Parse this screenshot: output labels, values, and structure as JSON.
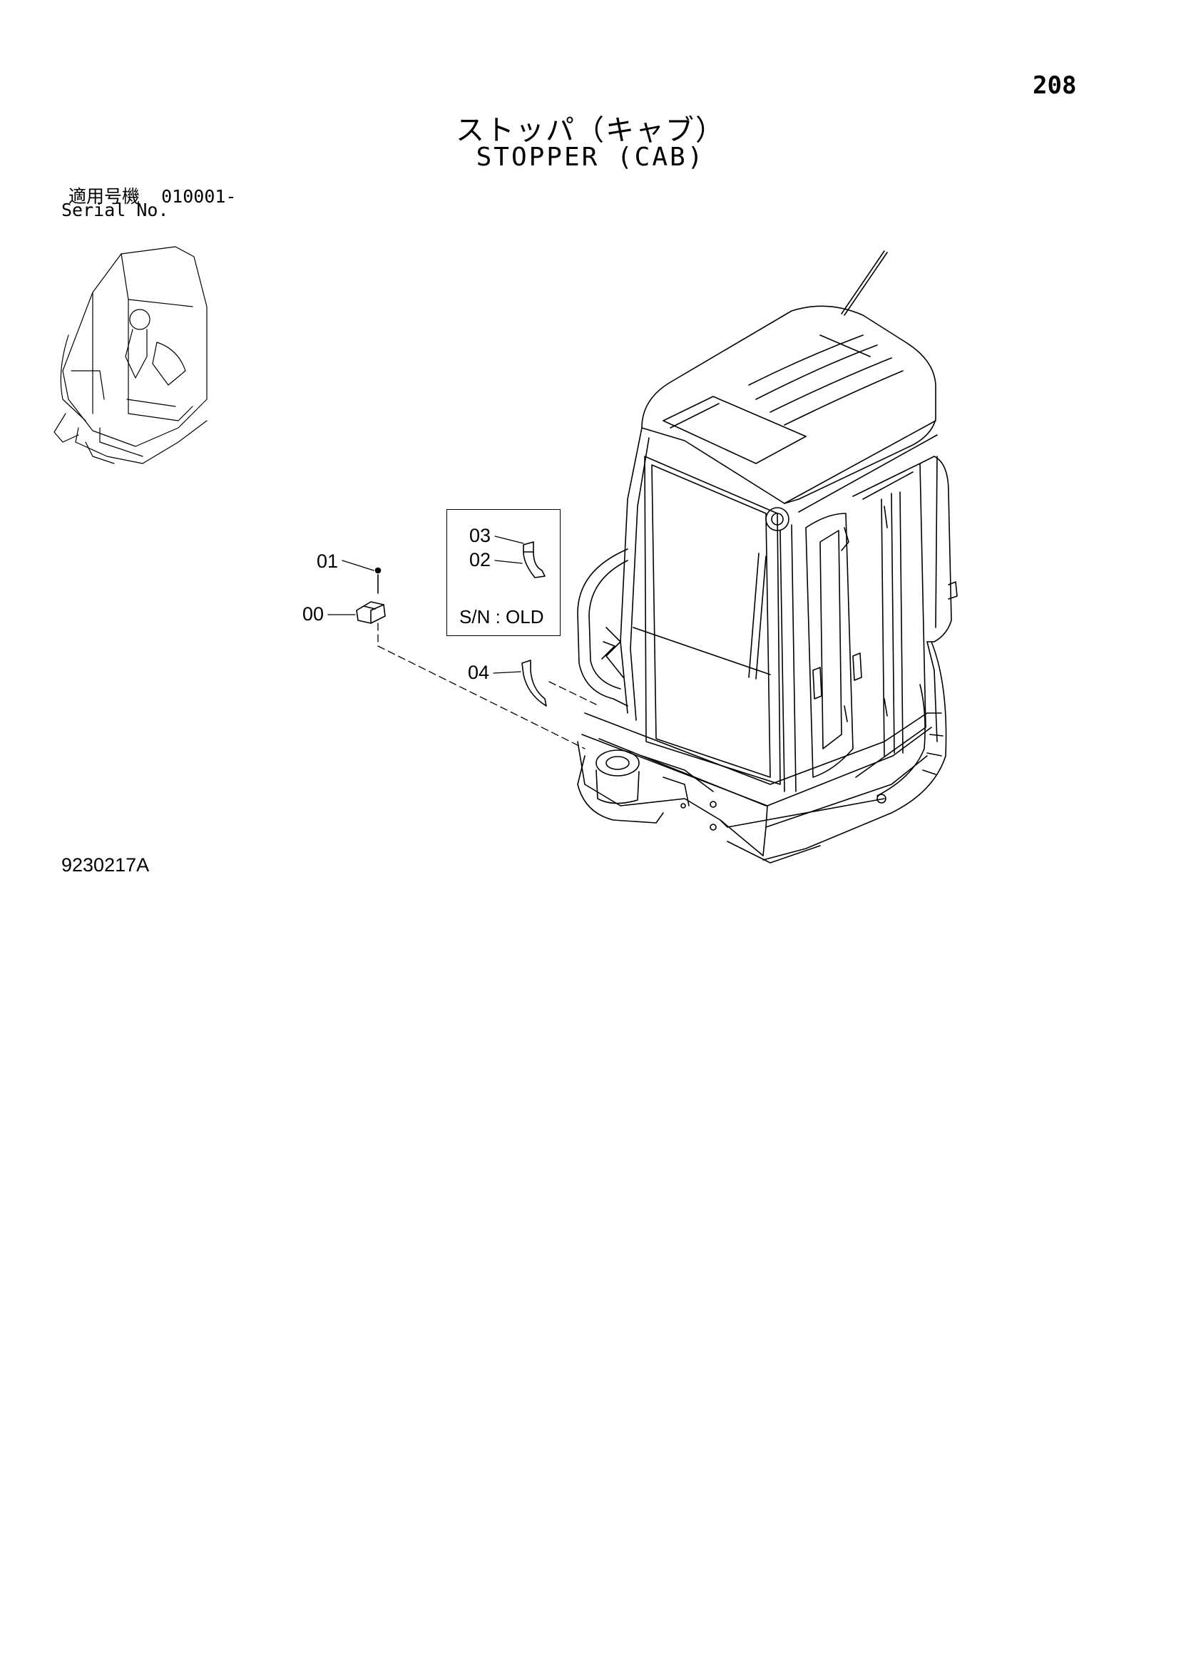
{
  "page": {
    "number": "208",
    "title_jp": "ストッパ（キャブ）",
    "title_en": "STOPPER (CAB)",
    "serial_label_jp": "適用号機",
    "serial_value": "010001-",
    "serial_label_en": "Serial No.",
    "drawing_code": "9230217A"
  },
  "callouts": [
    {
      "id": "01",
      "label": "01"
    },
    {
      "id": "00",
      "label": "00"
    },
    {
      "id": "03",
      "label": "03"
    },
    {
      "id": "02",
      "label": "02"
    },
    {
      "id": "04",
      "label": "04"
    }
  ],
  "sn_box": {
    "label": "S/N : OLD"
  }
}
